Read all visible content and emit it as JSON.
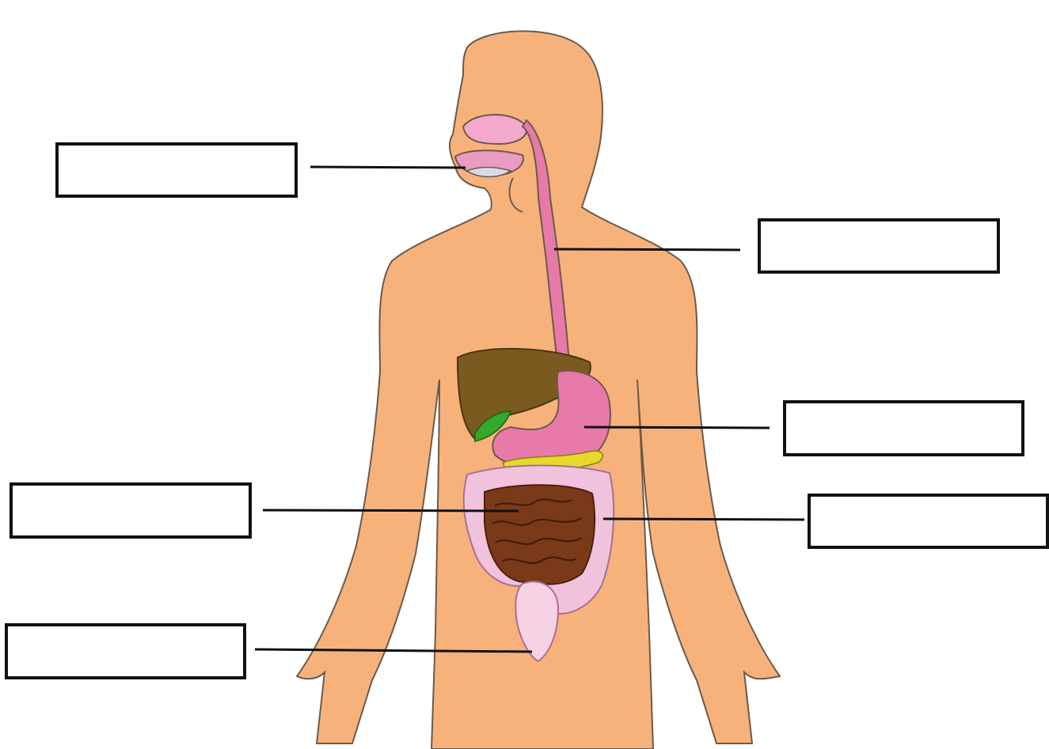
{
  "colors": {
    "skin": "#f7b27c",
    "skin_outline": "#6b5a4a",
    "esophagus": "#e77aa8",
    "mouth": "#f2a9cc",
    "liver": "#7a5a1e",
    "gallbladder": "#34a82a",
    "pancreas": "#e8d82c",
    "small_intestine": "#7a3a1a",
    "large_intestine": "#f1c2dc",
    "rectum": "#f6d2e4",
    "leader_line": "#111111"
  },
  "labels": [
    {
      "id": "mouth",
      "text": ""
    },
    {
      "id": "esophagus",
      "text": ""
    },
    {
      "id": "stomach",
      "text": ""
    },
    {
      "id": "small_intestine",
      "text": ""
    },
    {
      "id": "large_intestine",
      "text": ""
    },
    {
      "id": "rectum",
      "text": ""
    }
  ]
}
